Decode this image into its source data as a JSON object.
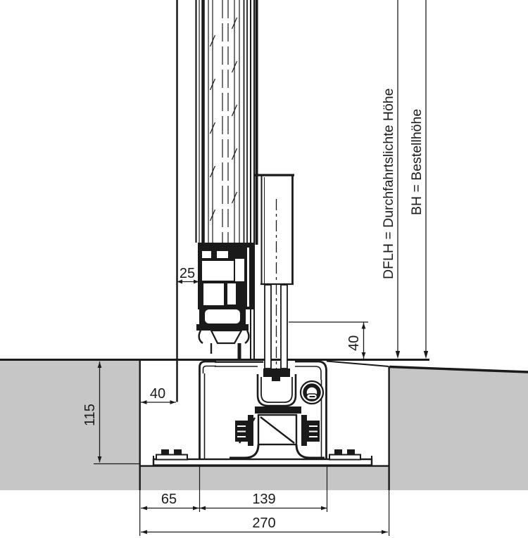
{
  "labels": {
    "dflh": "DFLH = Durchfahrtslichte Höhe",
    "bh": "BH = Bestellhöhe"
  },
  "dimensions": {
    "leaf_offset": "25",
    "front_gap": "40",
    "pit_depth": "115",
    "rail_bottom_height": "40",
    "pit_front_width": "65",
    "track_width": "139",
    "pit_total_width": "270"
  },
  "colors": {
    "line": "#1a1a1a",
    "concrete": "#c6c6c6",
    "background": "#ffffff"
  }
}
